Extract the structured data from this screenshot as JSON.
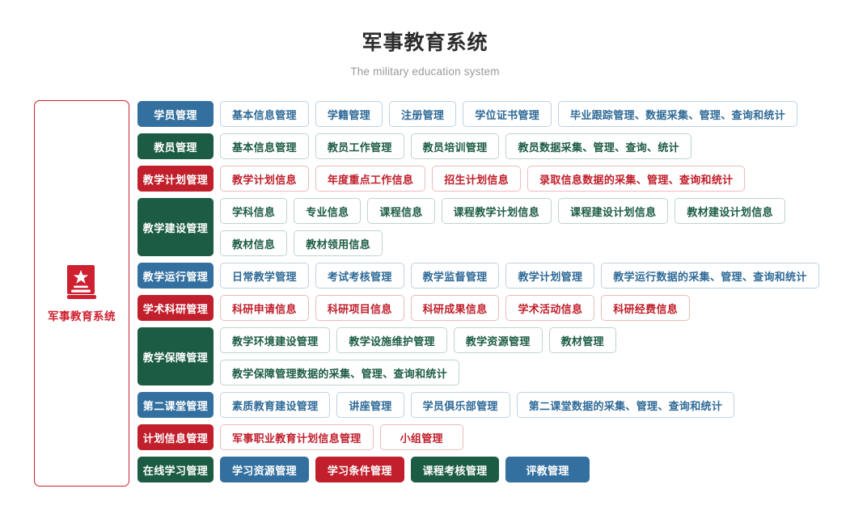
{
  "header": {
    "title": "军事教育系统",
    "subtitle": "The military education system"
  },
  "sidebar": {
    "icon": "book-star-icon",
    "label": "军事教育系统",
    "accent_color": "#cf2030"
  },
  "palette": {
    "blue": "#33709f",
    "green": "#1c5c44",
    "red": "#c01f2b",
    "blue_outline_border": "#bcd3e4",
    "green_outline_border": "#bcd6c9",
    "red_outline_border": "#eeb9bd"
  },
  "rows": [
    {
      "head": "学员管理",
      "color": "blue",
      "children": [
        {
          "label": "基本信息管理",
          "style": "outline",
          "color": "blue"
        },
        {
          "label": "学籍管理",
          "style": "outline",
          "color": "blue"
        },
        {
          "label": "注册管理",
          "style": "outline",
          "color": "blue"
        },
        {
          "label": "学位证书管理",
          "style": "outline",
          "color": "blue"
        },
        {
          "label": "毕业跟踪管理、数据采集、管理、查询和统计",
          "style": "outline",
          "color": "blue"
        }
      ]
    },
    {
      "head": "教员管理",
      "color": "green",
      "children": [
        {
          "label": "基本信息管理",
          "style": "outline",
          "color": "green"
        },
        {
          "label": "教员工作管理",
          "style": "outline",
          "color": "green"
        },
        {
          "label": "教员培训管理",
          "style": "outline",
          "color": "green"
        },
        {
          "label": "教员数据采集、管理、查询、统计",
          "style": "outline",
          "color": "green"
        }
      ]
    },
    {
      "head": "教学计划管理",
      "color": "red",
      "children": [
        {
          "label": "教学计划信息",
          "style": "outline",
          "color": "red"
        },
        {
          "label": "年度重点工作信息",
          "style": "outline",
          "color": "red"
        },
        {
          "label": "招生计划信息",
          "style": "outline",
          "color": "red"
        },
        {
          "label": "录取信息数据的采集、管理、查询和统计",
          "style": "outline",
          "color": "red"
        }
      ]
    },
    {
      "head": "教学建设管理",
      "color": "green",
      "children": [
        {
          "label": "学科信息",
          "style": "outline",
          "color": "green"
        },
        {
          "label": "专业信息",
          "style": "outline",
          "color": "green"
        },
        {
          "label": "课程信息",
          "style": "outline",
          "color": "green"
        },
        {
          "label": "课程教学计划信息",
          "style": "outline",
          "color": "green"
        },
        {
          "label": "课程建设计划信息",
          "style": "outline",
          "color": "green"
        },
        {
          "label": "教材建设计划信息",
          "style": "outline",
          "color": "green"
        },
        {
          "label": "教材信息",
          "style": "outline",
          "color": "green"
        },
        {
          "label": "教材领用信息",
          "style": "outline",
          "color": "green"
        }
      ]
    },
    {
      "head": "教学运行管理",
      "color": "blue",
      "children": [
        {
          "label": "日常教学管理",
          "style": "outline",
          "color": "blue"
        },
        {
          "label": "考试考核管理",
          "style": "outline",
          "color": "blue"
        },
        {
          "label": "教学监督管理",
          "style": "outline",
          "color": "blue"
        },
        {
          "label": "教学计划管理",
          "style": "outline",
          "color": "blue"
        },
        {
          "label": "教学运行数据的采集、管理、查询和统计",
          "style": "outline",
          "color": "blue"
        }
      ]
    },
    {
      "head": "学术科研管理",
      "color": "red",
      "children": [
        {
          "label": "科研申请信息",
          "style": "outline",
          "color": "red"
        },
        {
          "label": "科研项目信息",
          "style": "outline",
          "color": "red"
        },
        {
          "label": "科研成果信息",
          "style": "outline",
          "color": "red"
        },
        {
          "label": "学术活动信息",
          "style": "outline",
          "color": "red"
        },
        {
          "label": "科研经费信息",
          "style": "outline",
          "color": "red"
        }
      ]
    },
    {
      "head": "教学保障管理",
      "color": "green",
      "children": [
        {
          "label": "教学环境建设管理",
          "style": "outline",
          "color": "green"
        },
        {
          "label": "教学设施维护管理",
          "style": "outline",
          "color": "green"
        },
        {
          "label": "教学资源管理",
          "style": "outline",
          "color": "green"
        },
        {
          "label": "教材管理",
          "style": "outline",
          "color": "green"
        },
        {
          "label": "教学保障管理数据的采集、管理、查询和统计",
          "style": "outline",
          "color": "green"
        }
      ]
    },
    {
      "head": "第二课堂管理",
      "color": "blue",
      "children": [
        {
          "label": "素质教育建设管理",
          "style": "outline",
          "color": "blue"
        },
        {
          "label": "讲座管理",
          "style": "outline",
          "color": "blue"
        },
        {
          "label": "学员俱乐部管理",
          "style": "outline",
          "color": "blue"
        },
        {
          "label": "第二课堂数据的采集、管理、查询和统计",
          "style": "outline",
          "color": "blue"
        }
      ]
    },
    {
      "head": "计划信息管理",
      "color": "red",
      "children": [
        {
          "label": "军事职业教育计划信息管理",
          "style": "outline",
          "color": "red"
        },
        {
          "label": "小组管理",
          "style": "outline",
          "color": "red",
          "wide": true
        }
      ]
    },
    {
      "head": "在线学习管理",
      "color": "green",
      "children": [
        {
          "label": "学习资源管理",
          "style": "filled",
          "color": "blue"
        },
        {
          "label": "学习条件管理",
          "style": "filled",
          "color": "red"
        },
        {
          "label": "课程考核管理",
          "style": "filled",
          "color": "green"
        },
        {
          "label": "评教管理",
          "style": "filled",
          "color": "blue",
          "wide": true
        }
      ]
    }
  ]
}
